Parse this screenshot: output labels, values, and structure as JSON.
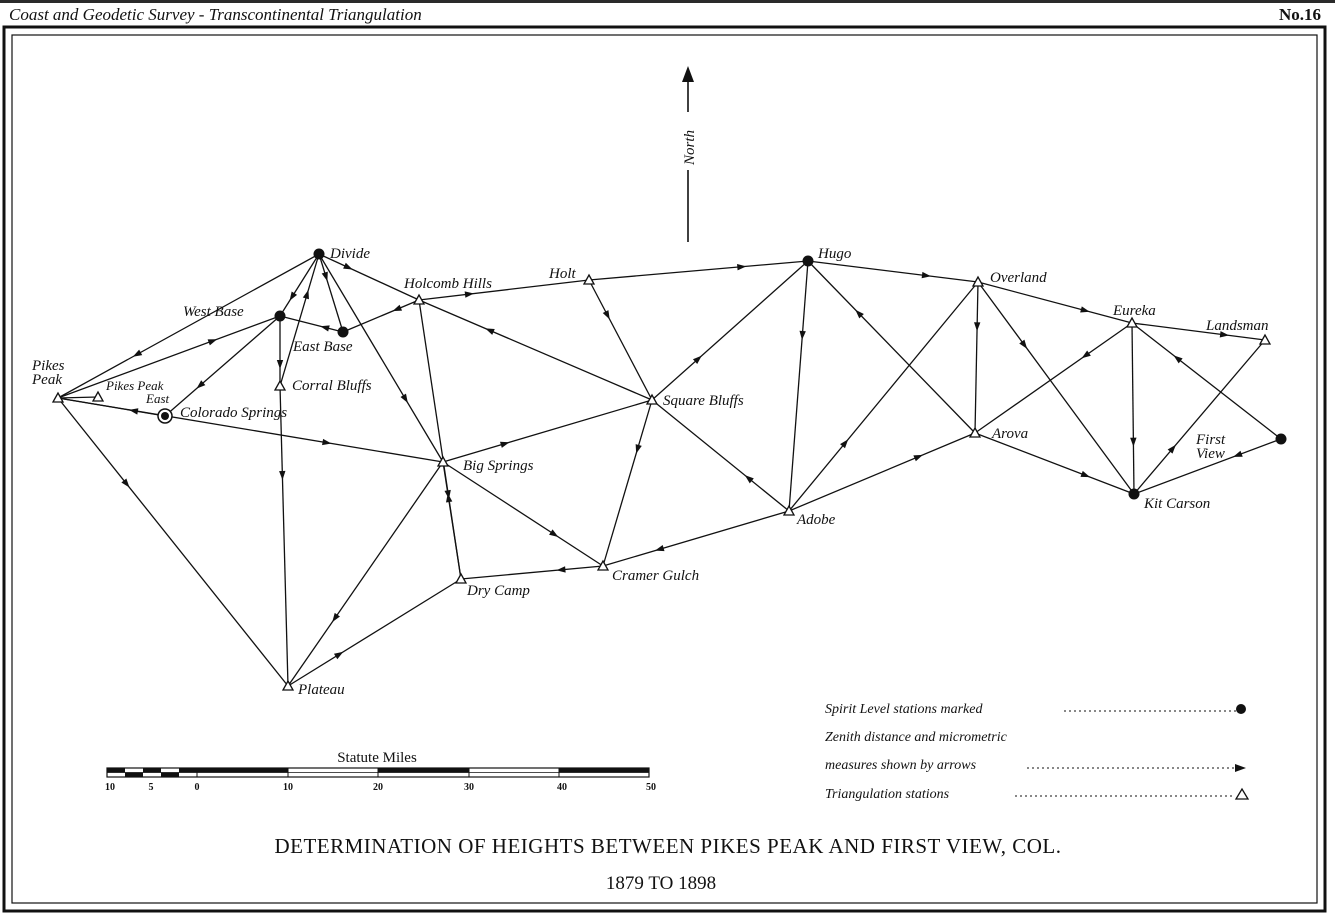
{
  "header": {
    "left": "Coast and Geodetic Survey - Transcontinental Triangulation",
    "right": "No.16"
  },
  "north_label": "North",
  "stations": [
    {
      "id": "pikes_peak",
      "label": "Pikes Peak",
      "type": "triangle"
    },
    {
      "id": "pikes_peak_east",
      "label": "Pikes Peak East",
      "type": "triangle"
    },
    {
      "id": "colorado_springs",
      "label": "Colorado Springs",
      "type": "circle"
    },
    {
      "id": "west_base",
      "label": "West Base",
      "type": "dot"
    },
    {
      "id": "divide",
      "label": "Divide",
      "type": "dot"
    },
    {
      "id": "east_base",
      "label": "East Base",
      "type": "dot"
    },
    {
      "id": "corral_bluffs",
      "label": "Corral Bluffs",
      "type": "triangle"
    },
    {
      "id": "holcomb_hills",
      "label": "Holcomb Hills",
      "type": "triangle"
    },
    {
      "id": "holt",
      "label": "Holt",
      "type": "triangle"
    },
    {
      "id": "hugo",
      "label": "Hugo",
      "type": "dot"
    },
    {
      "id": "overland",
      "label": "Overland",
      "type": "triangle"
    },
    {
      "id": "eureka",
      "label": "Eureka",
      "type": "triangle"
    },
    {
      "id": "landsman",
      "label": "Landsman",
      "type": "triangle"
    },
    {
      "id": "first_view",
      "label": "First View",
      "type": "dot"
    },
    {
      "id": "kit_carson",
      "label": "Kit Carson",
      "type": "dot"
    },
    {
      "id": "arova",
      "label": "Arova",
      "type": "triangle"
    },
    {
      "id": "adobe",
      "label": "Adobe",
      "type": "triangle"
    },
    {
      "id": "square_bluffs",
      "label": "Square Bluffs",
      "type": "triangle"
    },
    {
      "id": "big_springs",
      "label": "Big Springs",
      "type": "triangle"
    },
    {
      "id": "cramer_gulch",
      "label": "Cramer Gulch",
      "type": "triangle"
    },
    {
      "id": "dry_camp",
      "label": "Dry Camp",
      "type": "triangle"
    },
    {
      "id": "plateau",
      "label": "Plateau",
      "type": "triangle"
    }
  ],
  "edges": [
    [
      "pikes_peak",
      "divide"
    ],
    [
      "pikes_peak",
      "west_base"
    ],
    [
      "pikes_peak",
      "pikes_peak_east"
    ],
    [
      "pikes_peak",
      "colorado_springs"
    ],
    [
      "pikes_peak",
      "plateau"
    ],
    [
      "pikes_peak",
      "big_springs"
    ],
    [
      "colorado_springs",
      "west_base"
    ],
    [
      "divide",
      "west_base"
    ],
    [
      "divide",
      "east_base"
    ],
    [
      "west_base",
      "east_base"
    ],
    [
      "divide",
      "holcomb_hills"
    ],
    [
      "divide",
      "big_springs"
    ],
    [
      "divide",
      "corral_bluffs"
    ],
    [
      "west_base",
      "corral_bluffs"
    ],
    [
      "corral_bluffs",
      "plateau"
    ],
    [
      "east_base",
      "holcomb_hills"
    ],
    [
      "holcomb_hills",
      "holt"
    ],
    [
      "holt",
      "hugo"
    ],
    [
      "holcomb_hills",
      "square_bluffs"
    ],
    [
      "holcomb_hills",
      "dry_camp"
    ],
    [
      "holt",
      "square_bluffs"
    ],
    [
      "hugo",
      "square_bluffs"
    ],
    [
      "hugo",
      "adobe"
    ],
    [
      "hugo",
      "overland"
    ],
    [
      "hugo",
      "arova"
    ],
    [
      "overland",
      "eureka"
    ],
    [
      "overland",
      "arova"
    ],
    [
      "overland",
      "adobe"
    ],
    [
      "overland",
      "kit_carson"
    ],
    [
      "eureka",
      "landsman"
    ],
    [
      "eureka",
      "first_view"
    ],
    [
      "eureka",
      "kit_carson"
    ],
    [
      "eureka",
      "arova"
    ],
    [
      "landsman",
      "kit_carson"
    ],
    [
      "first_view",
      "kit_carson"
    ],
    [
      "arova",
      "kit_carson"
    ],
    [
      "arova",
      "adobe"
    ],
    [
      "adobe",
      "cramer_gulch"
    ],
    [
      "adobe",
      "square_bluffs"
    ],
    [
      "square_bluffs",
      "big_springs"
    ],
    [
      "square_bluffs",
      "cramer_gulch"
    ],
    [
      "big_springs",
      "cramer_gulch"
    ],
    [
      "big_springs",
      "dry_camp"
    ],
    [
      "big_springs",
      "plateau"
    ],
    [
      "cramer_gulch",
      "dry_camp"
    ],
    [
      "dry_camp",
      "plateau"
    ]
  ],
  "legend": {
    "spirit_level": "Spirit Level stations marked",
    "zenith_line1": "Zenith distance and micrometric",
    "zenith_line2": "measures shown by arrows",
    "triangulation": "Triangulation stations"
  },
  "scale": {
    "title": "Statute Miles",
    "ticks": [
      "10",
      "5",
      "0",
      "10",
      "20",
      "30",
      "40",
      "50"
    ]
  },
  "title": "DETERMINATION OF HEIGHTS BETWEEN PIKES PEAK AND FIRST VIEW, COL.",
  "subtitle": "1879 TO 1898"
}
